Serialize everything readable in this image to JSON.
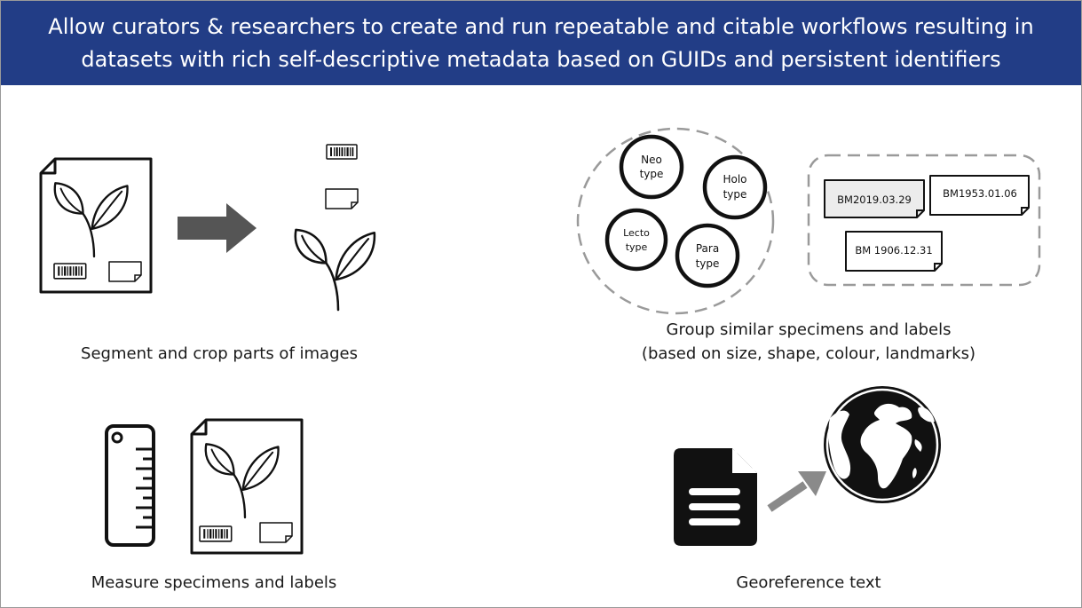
{
  "header": {
    "title": "Allow curators & researchers to create and run repeatable and citable workflows resulting in datasets with rich self-descriptive metadata based on GUIDs and persistent identifiers"
  },
  "colors": {
    "header_bg": "#223d86",
    "header_text": "#ffffff",
    "icon_dark": "#111111",
    "arrow_dark": "#555555",
    "arrow_light": "#8a8a8a",
    "dashed_border": "#9a9a9a",
    "label_highlight": "#ececec"
  },
  "icons": {
    "herbarium_sheet": "herbarium-sheet-icon",
    "barcode": "barcode-icon",
    "label_card": "label-icon",
    "plant": "plant-icon",
    "arrow": "arrow-right-icon",
    "ruler": "ruler-icon",
    "document": "document-icon",
    "globe": "globe-icon"
  },
  "panels": {
    "segment": {
      "caption": "Segment and crop parts of images"
    },
    "group": {
      "caption_line1": "Group similar specimens and labels",
      "caption_line2": "(based on size, shape, colour, landmarks)",
      "types": [
        {
          "line1": "Neo",
          "line2": "type"
        },
        {
          "line1": "Holo",
          "line2": "type"
        },
        {
          "line1": "Lecto",
          "line2": "type"
        },
        {
          "line1": "Para",
          "line2": "type"
        }
      ],
      "labels": [
        "BM2019.03.29",
        "BM1953.01.06",
        "BM 1906.12.31"
      ]
    },
    "measure": {
      "caption": "Measure specimens and labels"
    },
    "georeference": {
      "caption": "Georeference text"
    }
  }
}
